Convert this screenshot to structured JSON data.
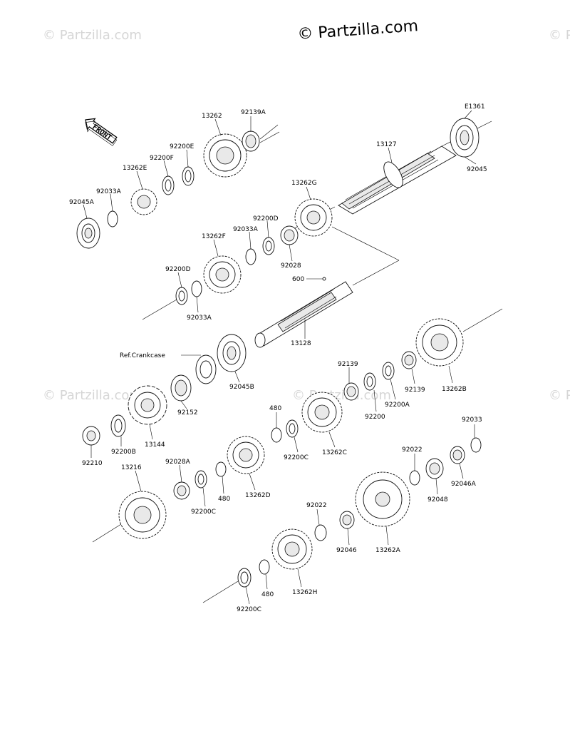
{
  "watermark": {
    "main": "© Partzilla.com",
    "faint": "© Partzilla.com"
  },
  "diagram_code": "E1361",
  "front_label": "FRONT",
  "ref_label": "Ref.Crankcase",
  "labels": {
    "p13262": "13262",
    "p92139A": "92139A",
    "p92200E": "92200E",
    "p92200F": "92200F",
    "p13262E": "13262E",
    "p92033A_top": "92033A",
    "p92045A": "92045A",
    "p13127": "13127",
    "pE1361": "E1361",
    "p92045": "92045",
    "p13262G": "13262G",
    "p92200D_top": "92200D",
    "p92033A_mid": "92033A",
    "p13262F": "13262F",
    "p92028": "92028",
    "p92200D_left": "92200D",
    "p92033A_bot": "92033A",
    "p600": "600",
    "p13128": "13128",
    "p92045B": "92045B",
    "p92152": "92152",
    "p92139_a": "92139",
    "p92200": "92200",
    "p92200A": "92200A",
    "p92139_b": "92139",
    "p13262B": "13262B",
    "p92210": "92210",
    "p92200B": "92200B",
    "p13144": "13144",
    "p480_a": "480",
    "p92200C_a": "92200C",
    "p13262C": "13262C",
    "p92033": "92033",
    "p92022_a": "92022",
    "p92046A": "92046A",
    "p92048": "92048",
    "p13216": "13216",
    "p92028A": "92028A",
    "p92200C_b": "92200C",
    "p480_b": "480",
    "p13262D": "13262D",
    "p92022_b": "92022",
    "p92046": "92046",
    "p13262A": "13262A",
    "p480_c": "480",
    "p13262H": "13262H",
    "p92200C_c": "92200C"
  }
}
